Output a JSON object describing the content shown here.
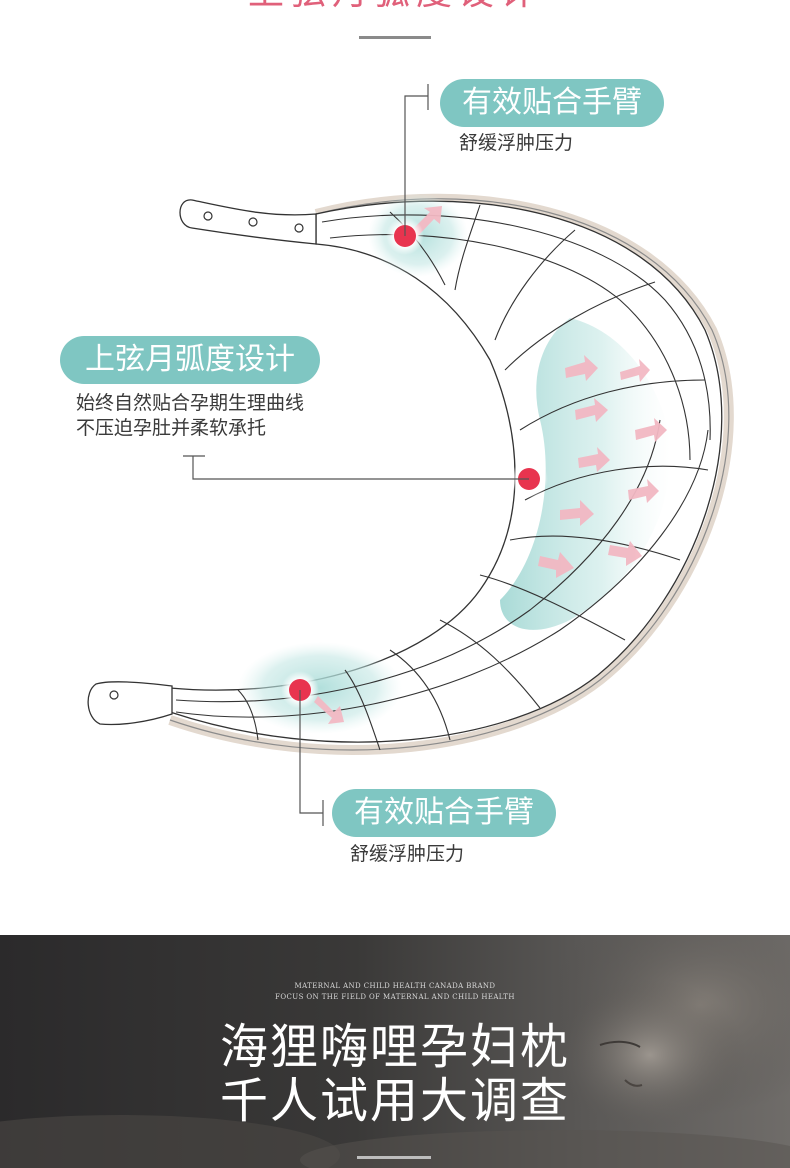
{
  "top": {
    "title_partial": "上弦月弧度设计"
  },
  "callouts": {
    "top_feature": {
      "label": "有效贴合手臂",
      "desc": "舒缓浮肿压力"
    },
    "middle_feature": {
      "label": "上弦月弧度设计",
      "desc_line1": "始终自然贴合孕期生理曲线",
      "desc_line2": "不压迫孕肚并柔软承托"
    },
    "bottom_feature": {
      "label": "有效贴合手臂",
      "desc": "舒缓浮肿压力"
    }
  },
  "bottom": {
    "brand_line1": "MATERNAL AND CHILD HEALTH CANADA BRAND",
    "brand_line2": "FOCUS ON THE FIELD OF MATERNAL AND CHILD HEALTH",
    "headline1": "海狸嗨哩孕妇枕",
    "headline2": "千人试用大调查"
  },
  "colors": {
    "pill_bg": "#7fc6c2",
    "dot": "#e8344f",
    "accent_title": "#e0607a"
  }
}
